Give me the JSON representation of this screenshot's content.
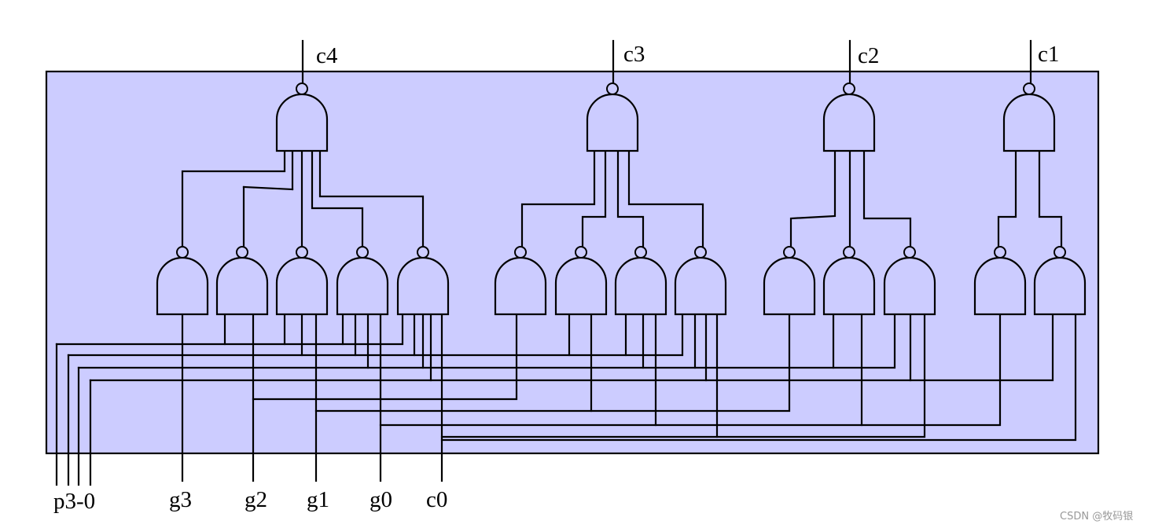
{
  "labels": {
    "c4": "c4",
    "c3": "c3",
    "c2": "c2",
    "c1": "c1",
    "p": "p3-0",
    "g3": "g3",
    "g2": "g2",
    "g1": "g1",
    "g0": "g0",
    "c0": "c0"
  },
  "watermark": "CSDN @牧码银",
  "colors": {
    "box_fill": "#ccccff",
    "stroke": "#000000"
  }
}
